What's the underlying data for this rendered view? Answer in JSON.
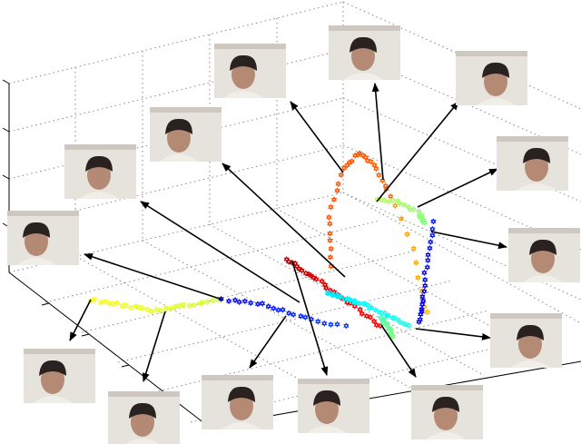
{
  "figure": {
    "kind": "3d-trajectory-with-face-thumbnails",
    "grid": true,
    "marker": "hexagram",
    "colormap": "jet",
    "thumbnail_count": 14,
    "colors": {
      "axis": "#000000",
      "grid": "#888888",
      "arrow": "#000000",
      "thumb_wall": "#e6e2dc",
      "thumb_hair": "#2a2220",
      "thumb_skin": "#b58a74",
      "thumb_shirt": "#f1eee8"
    }
  }
}
